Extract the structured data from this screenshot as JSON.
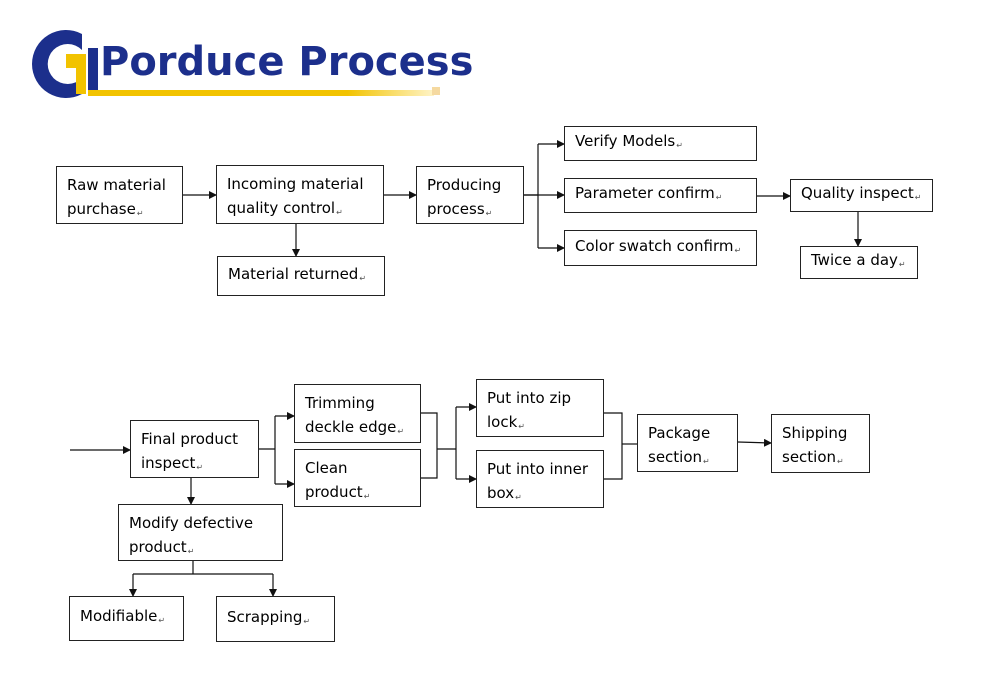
{
  "header": {
    "title": "Porduce Process",
    "colors": {
      "title": "#1c2f8c",
      "logo_blue": "#1c2f8c",
      "logo_yellow": "#f2c300",
      "underline": "#f2c300"
    },
    "logo_icon": "cg-logo-icon"
  },
  "flow_top": {
    "raw_material": "Raw material purchase",
    "incoming_qc": "Incoming material quality control",
    "material_returned": "Material returned",
    "producing": "Producing process",
    "verify_models": "Verify Models",
    "parameter_confirm": "Parameter confirm",
    "color_swatch": "Color swatch confirm",
    "quality_inspect": "Quality inspect",
    "twice_a_day": "Twice a day"
  },
  "flow_bottom": {
    "final_inspect": "Final product inspect",
    "trimming": "Trimming deckle edge",
    "clean": "Clean product",
    "zip_lock": "Put into zip lock",
    "inner_box": "Put into inner box",
    "package": "Package section",
    "shipping": "Shipping section",
    "modify_defective": "Modify defective product",
    "modifiable": "Modifiable",
    "scrapping": "Scrapping"
  }
}
